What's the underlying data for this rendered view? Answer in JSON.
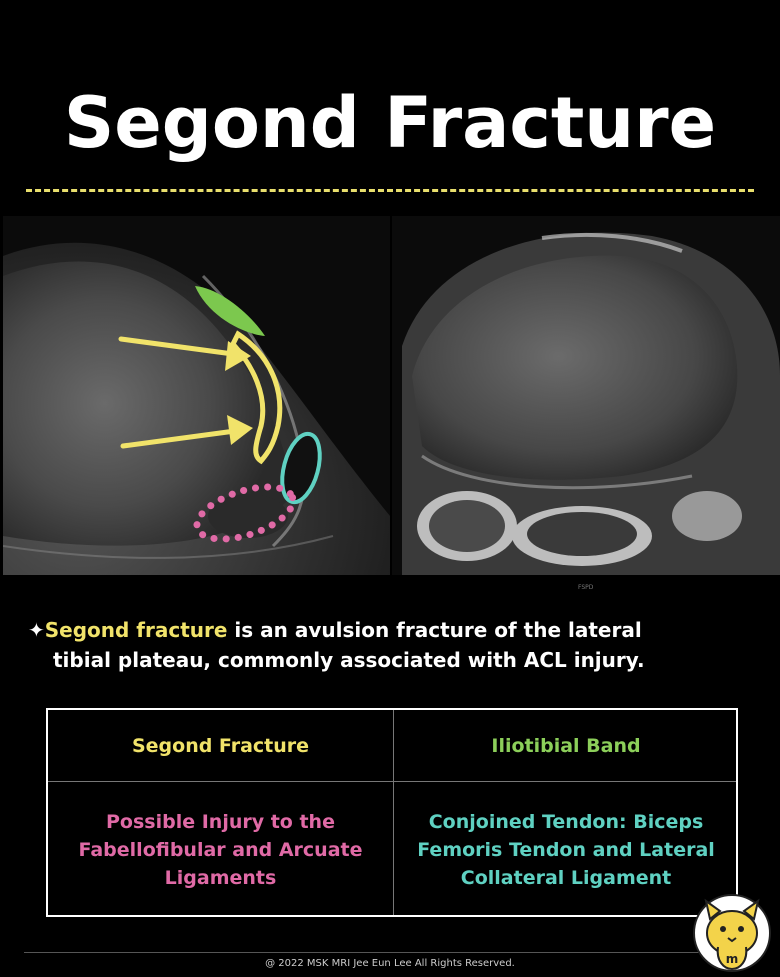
{
  "header": {
    "title": "Segond Fracture"
  },
  "images": {
    "left_alt": "Axial MRI of the knee with annotations",
    "right_alt": "Axial MRI of the knee",
    "right_label": "FSPD"
  },
  "description": {
    "bullet": "✦",
    "highlight": "Segond fracture",
    "line1_rest": " is an avulsion fracture of the lateral",
    "line2": "tibial plateau, commonly associated with ACL injury."
  },
  "table": {
    "header": [
      "Segond Fracture",
      "Iliotibial Band"
    ],
    "row": [
      "Possible Injury to the Fabellofibular and Arcuate Ligaments",
      "Conjoined Tendon: Biceps Femoris Tendon and Lateral Collateral Ligament"
    ]
  },
  "colors": {
    "yellow": "#f1e36a",
    "green": "#8ccf5a",
    "pink": "#e06aa6",
    "teal": "#5fd1c2"
  },
  "footer": {
    "copyright": "@ 2022 MSK MRI Jee Eun Lee All Rights Reserved."
  }
}
